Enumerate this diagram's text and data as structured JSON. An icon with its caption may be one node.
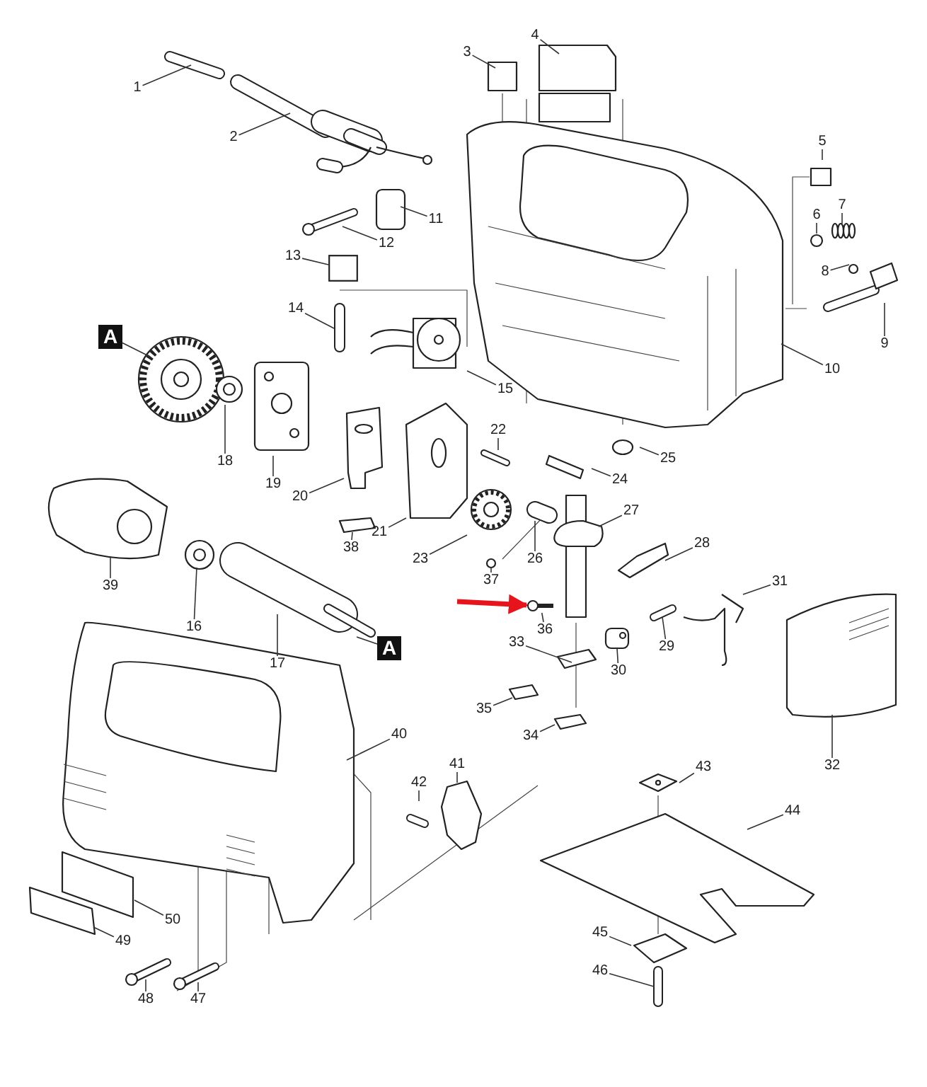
{
  "diagram": {
    "nodes": [
      {
        "text": [
          "1"
        ]
      },
      {
        "text": [
          "2"
        ]
      },
      {
        "text": [
          "3"
        ]
      },
      {
        "text": [
          "4"
        ]
      },
      {
        "text": [
          "5"
        ]
      },
      {
        "text": [
          "6"
        ]
      },
      {
        "text": [
          "7"
        ]
      },
      {
        "text": [
          "8"
        ]
      },
      {
        "text": [
          "9"
        ]
      },
      {
        "text": [
          "10"
        ]
      },
      {
        "text": [
          "11"
        ]
      },
      {
        "text": [
          "12"
        ]
      },
      {
        "text": [
          "13"
        ]
      },
      {
        "text": [
          "14"
        ]
      },
      {
        "text": [
          "15"
        ]
      },
      {
        "text": [
          "16"
        ]
      },
      {
        "text": [
          "17"
        ]
      },
      {
        "text": [
          "18"
        ]
      },
      {
        "text": [
          "19"
        ]
      },
      {
        "text": [
          "20"
        ]
      },
      {
        "text": [
          "21"
        ]
      },
      {
        "text": [
          "22"
        ]
      },
      {
        "text": [
          "23"
        ]
      },
      {
        "text": [
          "24"
        ]
      },
      {
        "text": [
          "25"
        ]
      },
      {
        "text": [
          "26"
        ]
      },
      {
        "text": [
          "27"
        ]
      },
      {
        "text": [
          "28"
        ]
      },
      {
        "text": [
          "29"
        ]
      },
      {
        "text": [
          "30"
        ]
      },
      {
        "text": [
          "31"
        ]
      },
      {
        "text": [
          "32"
        ]
      },
      {
        "text": [
          "33"
        ]
      },
      {
        "text": [
          "34"
        ]
      },
      {
        "text": [
          "35"
        ]
      },
      {
        "text": [
          "36"
        ]
      },
      {
        "text": [
          "37"
        ]
      },
      {
        "text": [
          "38"
        ]
      },
      {
        "text": [
          "39"
        ]
      },
      {
        "text": [
          "40"
        ]
      },
      {
        "text": [
          "41"
        ]
      },
      {
        "text": [
          "42"
        ]
      },
      {
        "text": [
          "43"
        ]
      },
      {
        "text": [
          "44"
        ]
      },
      {
        "text": [
          "45"
        ]
      },
      {
        "text": [
          "46"
        ]
      },
      {
        "text": [
          "47"
        ]
      },
      {
        "text": [
          "48"
        ]
      },
      {
        "text": [
          "49"
        ]
      },
      {
        "text": [
          "50"
        ]
      },
      {
        "text": [
          "A"
        ]
      },
      {
        "text": [
          "A"
        ]
      },
      {
        "text": [],
        "shape": "picture"
      },
      {
        "text": [],
        "shape": "box"
      }
    ],
    "edges": [
      {
        "from": 0,
        "to": null,
        "arrow": "none"
      },
      {
        "from": 1,
        "to": null,
        "arrow": "none"
      },
      {
        "from": 2,
        "to": null,
        "arrow": "none"
      },
      {
        "from": 3,
        "to": null,
        "arrow": "none"
      },
      {
        "from": 4,
        "to": null,
        "arrow": "none"
      },
      {
        "from": 5,
        "to": null,
        "arrow": "none"
      },
      {
        "from": 6,
        "to": null,
        "arrow": "none"
      },
      {
        "from": 7,
        "to": null,
        "arrow": "none"
      },
      {
        "from": 8,
        "to": null,
        "arrow": "none"
      },
      {
        "from": 9,
        "to": null,
        "arrow": "none"
      },
      {
        "from": 10,
        "to": null,
        "arrow": "none"
      },
      {
        "from": 11,
        "to": null,
        "arrow": "none"
      },
      {
        "from": 12,
        "to": 53,
        "arrow": "none"
      },
      {
        "from": 13,
        "to": null,
        "arrow": "none"
      },
      {
        "from": 14,
        "to": null,
        "arrow": "none"
      },
      {
        "from": 15,
        "to": null,
        "arrow": "none"
      },
      {
        "from": 16,
        "to": null,
        "arrow": "none"
      },
      {
        "from": 17,
        "to": null,
        "arrow": "none"
      },
      {
        "from": 18,
        "to": null,
        "arrow": "none"
      },
      {
        "from": 19,
        "to": null,
        "arrow": "none"
      },
      {
        "from": 20,
        "to": null,
        "arrow": "none"
      },
      {
        "from": 21,
        "to": null,
        "arrow": "none"
      },
      {
        "from": 22,
        "to": null,
        "arrow": "none"
      },
      {
        "from": 23,
        "to": null,
        "arrow": "none"
      },
      {
        "from": 24,
        "to": null,
        "arrow": "none"
      },
      {
        "from": 25,
        "to": null,
        "arrow": "none"
      },
      {
        "from": 26,
        "to": null,
        "arrow": "none"
      },
      {
        "from": 27,
        "to": null,
        "arrow": "none"
      },
      {
        "from": 28,
        "to": null,
        "arrow": "none"
      },
      {
        "from": 29,
        "to": null,
        "arrow": "none"
      },
      {
        "from": 30,
        "to": null,
        "arrow": "none"
      },
      {
        "from": 31,
        "to": null,
        "arrow": "none"
      },
      {
        "from": 32,
        "to": null,
        "arrow": "none"
      },
      {
        "from": 33,
        "to": null,
        "arrow": "none"
      },
      {
        "from": 34,
        "to": null,
        "arrow": "none"
      },
      {
        "from": 35,
        "to": 52,
        "arrow": "none"
      },
      {
        "from": 36,
        "to": null,
        "arrow": "none"
      },
      {
        "from": 37,
        "to": null,
        "arrow": "none"
      },
      {
        "from": 38,
        "to": null,
        "arrow": "none"
      },
      {
        "from": 39,
        "to": null,
        "arrow": "none"
      },
      {
        "from": 40,
        "to": null,
        "arrow": "none"
      },
      {
        "from": 41,
        "to": null,
        "arrow": "none"
      },
      {
        "from": 42,
        "to": null,
        "arrow": "none"
      },
      {
        "from": 43,
        "to": null,
        "arrow": "none"
      },
      {
        "from": 44,
        "to": null,
        "arrow": "none"
      },
      {
        "from": 45,
        "to": null,
        "arrow": "none"
      },
      {
        "from": 46,
        "to": null,
        "arrow": "none"
      },
      {
        "from": 47,
        "to": null,
        "arrow": "none"
      },
      {
        "from": 48,
        "to": null,
        "arrow": "none"
      },
      {
        "from": 49,
        "to": null,
        "arrow": "none"
      },
      {
        "from": 50,
        "to": null,
        "arrow": "none"
      },
      {
        "from": 51,
        "to": null,
        "arrow": "none"
      },
      {
        "from": null,
        "to": 52,
        "arrow": "to",
        "style": "thick",
        "color": "#e8141b"
      }
    ]
  }
}
